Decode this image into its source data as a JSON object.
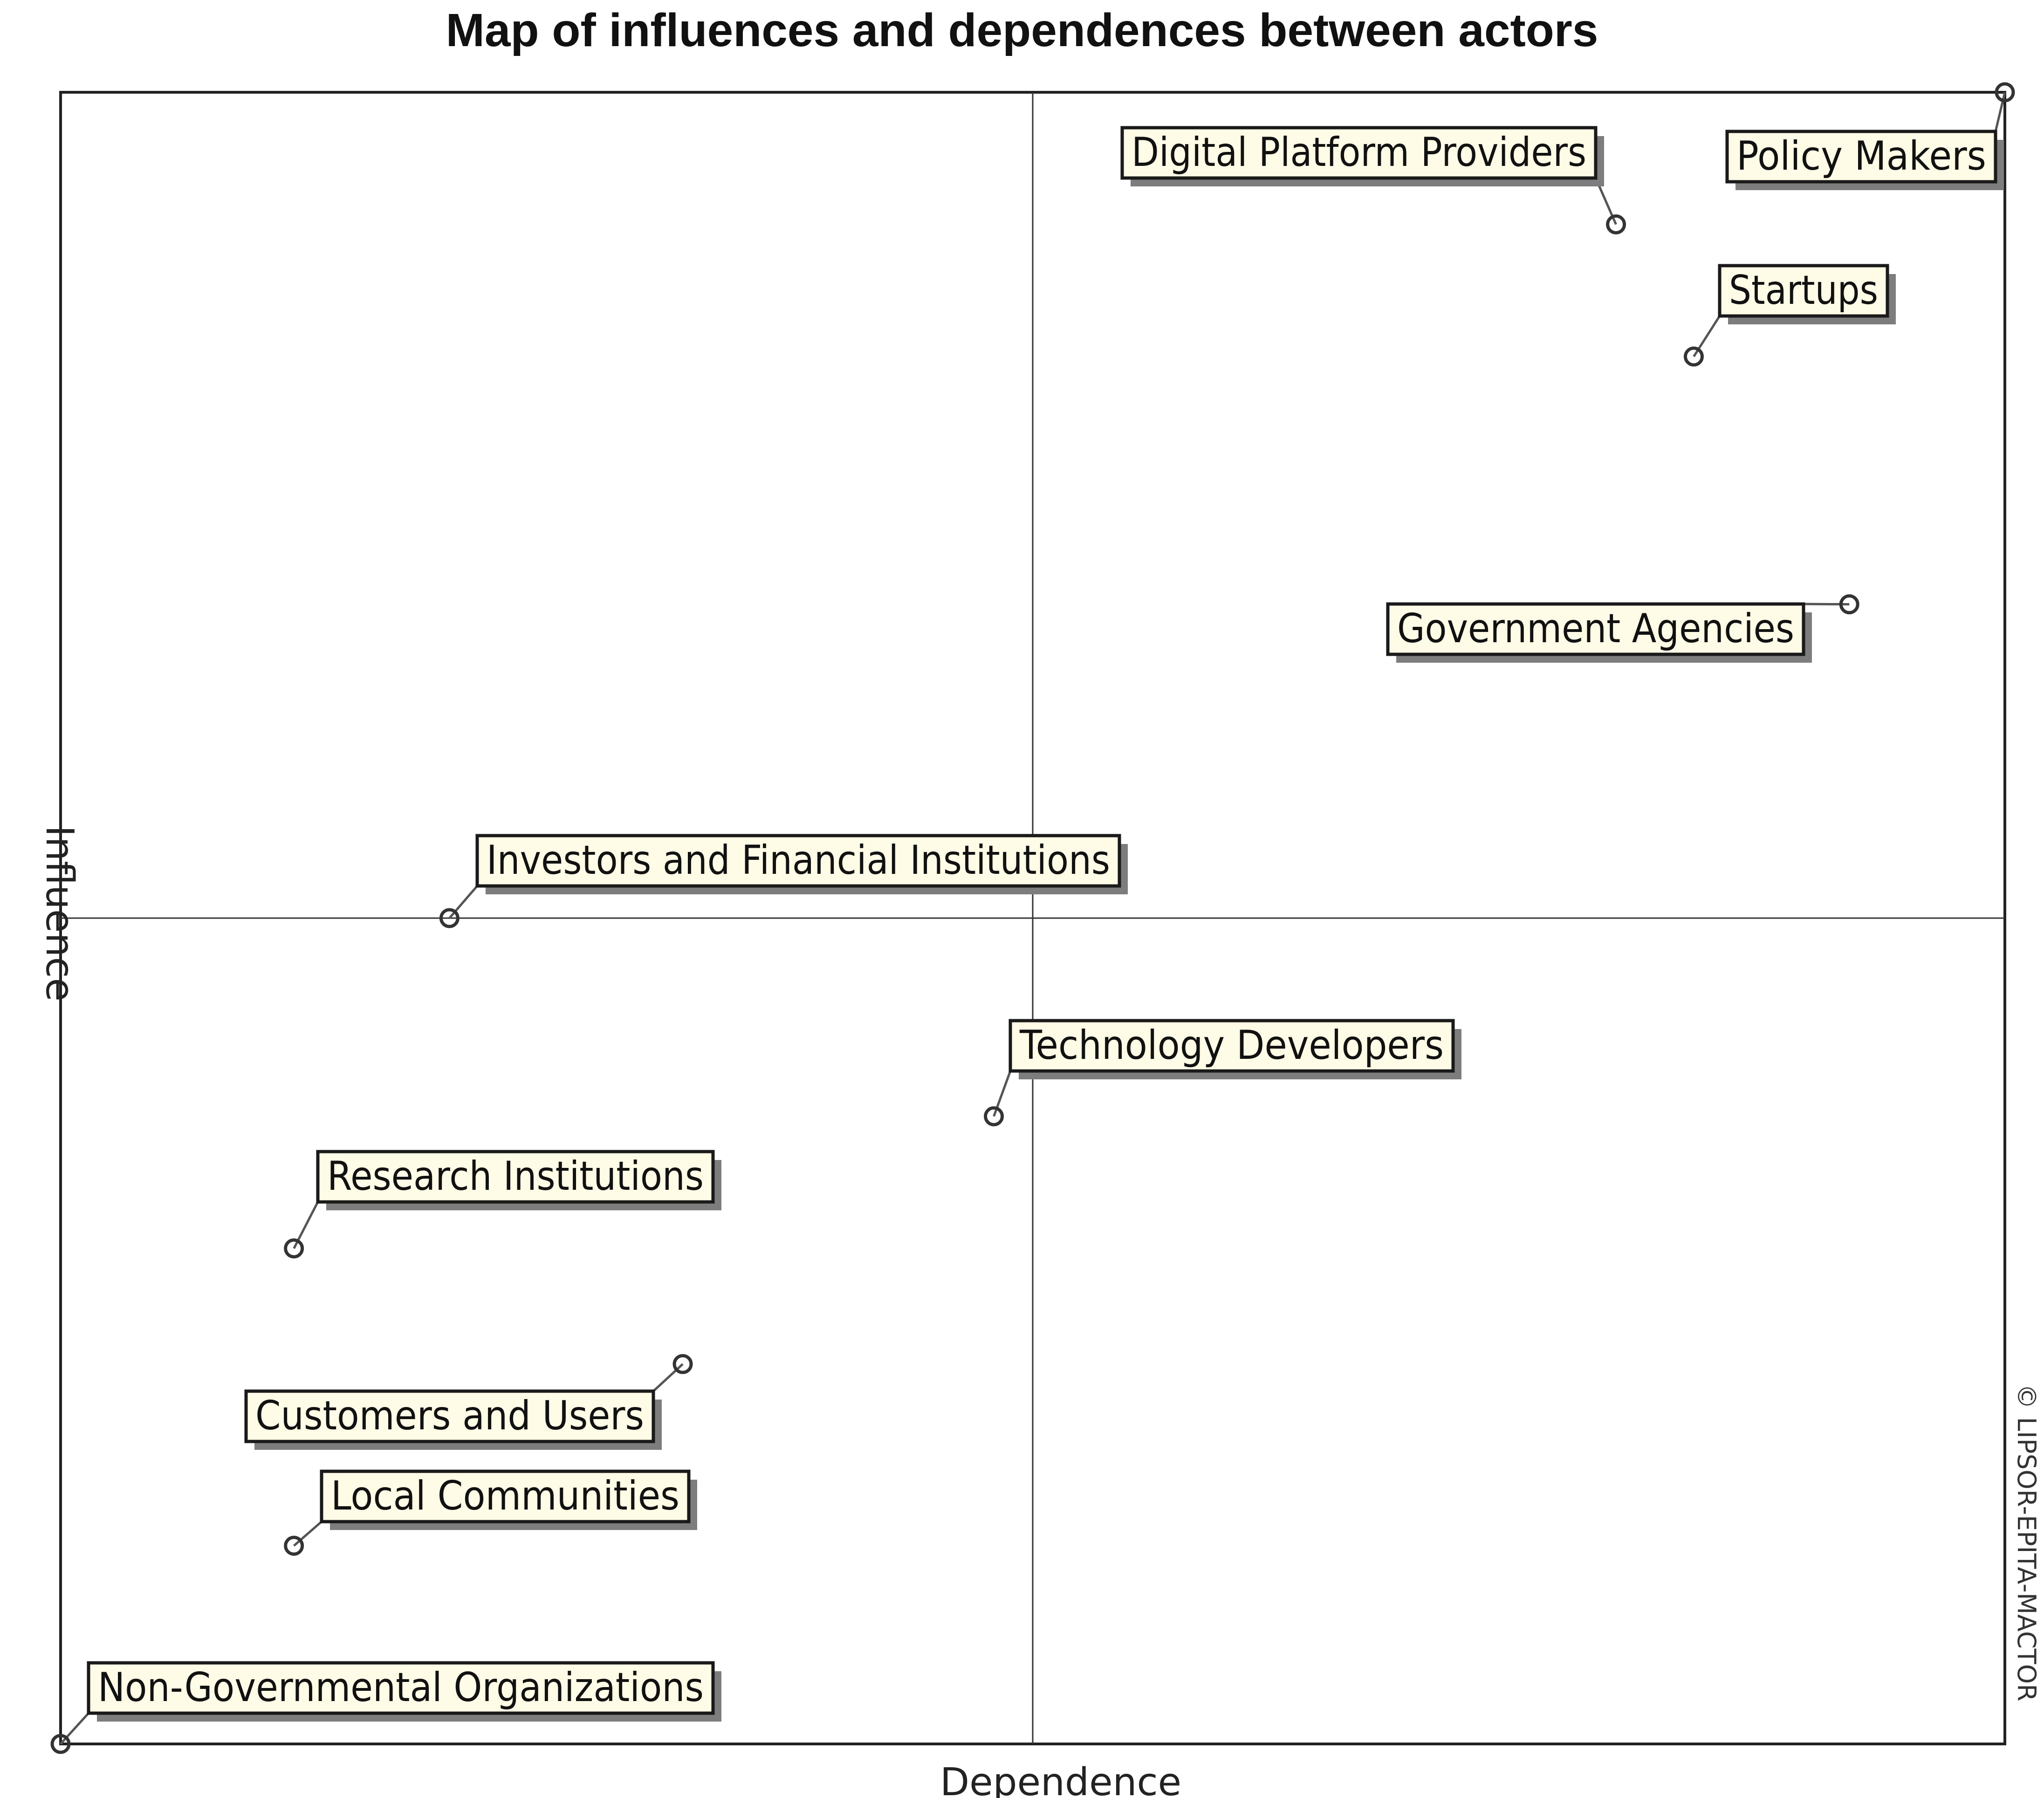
{
  "chart_data": {
    "type": "scatter",
    "title": "Map of influences and dependences between actors",
    "xlabel": "Dependence",
    "ylabel": "Influence",
    "xlim": [
      0,
      1
    ],
    "ylim": [
      0,
      1
    ],
    "grid": false,
    "quadrant_lines": {
      "x": 0.5,
      "y": 0.5
    },
    "side_note": "© LIPSOR-EPITA-MACTOR",
    "points": [
      {
        "label": "Digital Platform Providers",
        "x": 0.8,
        "y": 0.92
      },
      {
        "label": "Policy Makers",
        "x": 1.0,
        "y": 1.0
      },
      {
        "label": "Startups",
        "x": 0.84,
        "y": 0.84
      },
      {
        "label": "Government Agencies",
        "x": 0.92,
        "y": 0.69
      },
      {
        "label": "Investors and Financial Institutions",
        "x": 0.2,
        "y": 0.5
      },
      {
        "label": "Technology Developers",
        "x": 0.48,
        "y": 0.38
      },
      {
        "label": "Research Institutions",
        "x": 0.12,
        "y": 0.3
      },
      {
        "label": "Customers and Users",
        "x": 0.32,
        "y": 0.23
      },
      {
        "label": "Local Communities",
        "x": 0.12,
        "y": 0.12
      },
      {
        "label": "Non-Governmental Organizations",
        "x": 0.0,
        "y": 0.0
      }
    ]
  }
}
